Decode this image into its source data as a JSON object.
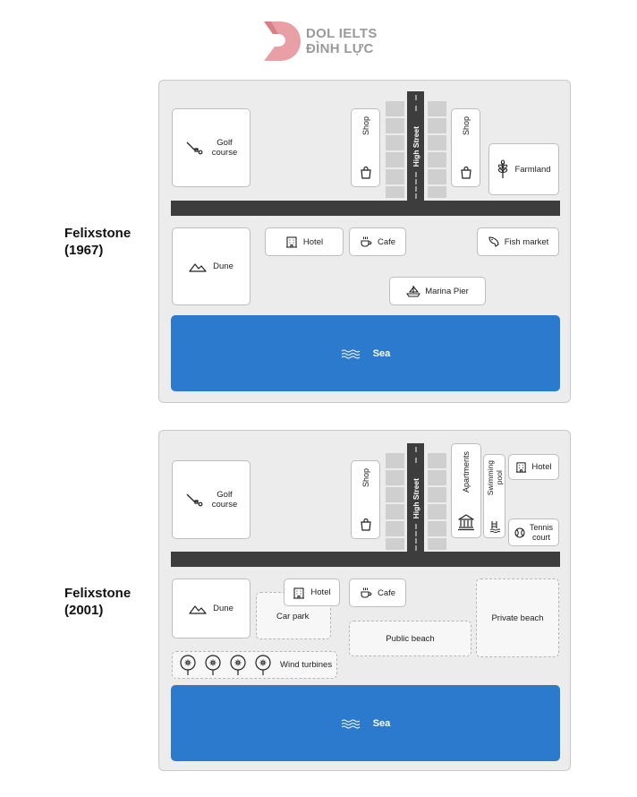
{
  "logo": {
    "line1": "DOL IELTS",
    "line2": "ĐÌNH LỰC"
  },
  "map1967": {
    "label_line1": "Felixstone",
    "label_line2": "(1967)",
    "golf_line1": "Golf",
    "golf_line2": "course",
    "shop_left": "Shop",
    "shop_right": "Shop",
    "street": "High Street",
    "farmland": "Farmland",
    "dune": "Dune",
    "hotel": "Hotel",
    "cafe": "Cafe",
    "fish_market": "Fish market",
    "marina": "Marina Pier",
    "sea": "Sea"
  },
  "map2001": {
    "label_line1": "Felixstone",
    "label_line2": "(2001)",
    "golf_line1": "Golf",
    "golf_line2": "course",
    "shop": "Shop",
    "street": "High Street",
    "apartments": "Apartments",
    "pool_line1": "Swimming",
    "pool_line2": "pool",
    "hotel_right": "Hotel",
    "tennis_line1": "Tennis",
    "tennis_line2": "court",
    "dune": "Dune",
    "car_park": "Car park",
    "hotel": "Hotel",
    "cafe": "Cafe",
    "public_beach": "Public beach",
    "private_beach": "Private beach",
    "wind_turbines": "Wind turbines",
    "sea": "Sea"
  },
  "colors": {
    "sea": "#2c7ace",
    "road": "#3d3d3d",
    "map_bg": "#ececec",
    "logo": "#e8a0a6"
  },
  "icons": [
    "golf-icon",
    "shopping-bag-icon",
    "wheat-icon",
    "mountain-icon",
    "building-icon",
    "coffee-cup-icon",
    "fish-icon",
    "boat-icon",
    "waves-icon",
    "bank-icon",
    "pool-icon",
    "tennis-ball-icon",
    "wind-turbine-icon"
  ]
}
